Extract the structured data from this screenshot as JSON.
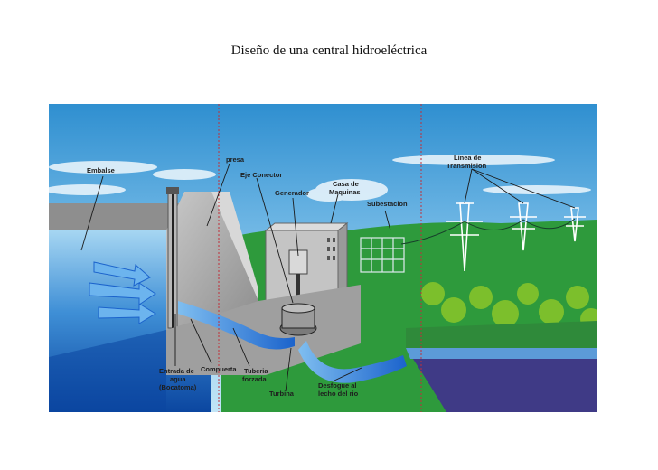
{
  "title": "Diseño de una central hidroeléctrica",
  "labels": {
    "embalse": "Embalse",
    "presa": "presa",
    "eje_conector": "Eje Conector",
    "generador": "Generador",
    "casa_maquinas_1": "Casa de",
    "casa_maquinas_2": "Maquinas",
    "subestacion": "Subestacion",
    "linea_transmision_1": "Linea de",
    "linea_transmision_2": "Transmision",
    "entrada_agua_1": "Entrada de",
    "entrada_agua_2": "agua",
    "entrada_agua_3": "(Bocatoma)",
    "compuerta": "Compuerta",
    "tuberia_forzada_1": "Tuberia",
    "tuberia_forzada_2": "forzada",
    "turbina": "Turbina",
    "desfogue_1": "Desfogue al",
    "desfogue_2": "lecho del rio"
  },
  "colors": {
    "sky_top": "#2f8fd0",
    "sky_bottom": "#a8d8f0",
    "water_deep": "#0d4fa8",
    "water_light": "#9fd0f0",
    "hill_green": "#2e9a3c",
    "concrete": "#a7a7a7",
    "river_purple": "#3f3a86",
    "flow_blue": "#1f6fd6",
    "divider_red": "#c0303a"
  }
}
